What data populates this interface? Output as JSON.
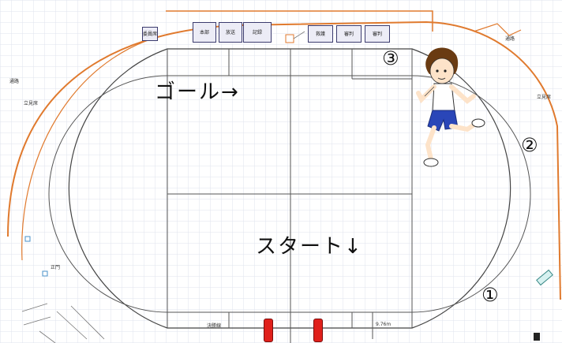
{
  "labels": {
    "goal": "ゴール→",
    "start": "スタート↓",
    "marker1": "①",
    "marker2": "②",
    "marker3": "③"
  },
  "facility_boxes": [
    "委員席",
    "本部",
    "放送",
    "記録",
    "救護",
    "審判"
  ],
  "small_labels": {
    "left_stand": "立見席",
    "right_stand": "立見席",
    "left_corner": "通路",
    "right_corner": "通路",
    "gate": "正門",
    "finish_line": "決勝線",
    "width": "9.76m"
  },
  "colors": {
    "grid": "#dfe3ee",
    "track_line": "#555555",
    "outer_fence": "#e07a2e",
    "goal_post": "#e0201b"
  },
  "icons": {
    "runner": "running-boy-icon"
  }
}
